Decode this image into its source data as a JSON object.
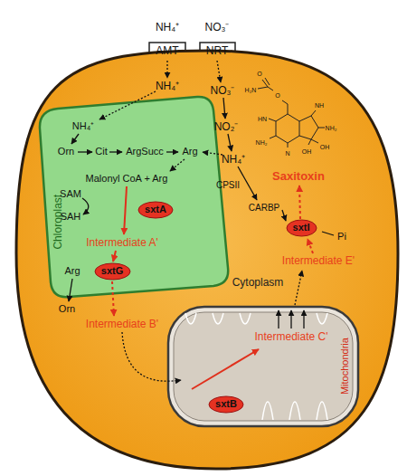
{
  "diagram": {
    "nodes": [
      {
        "text": [
          "AMT"
        ]
      },
      {
        "text": [
          "NRT"
        ]
      },
      {
        "text": [
          "Cytoplasm"
        ]
      },
      {
        "text": [
          "Chloroplast"
        ],
        "in": 2
      },
      {
        "text": [
          "sxtA"
        ],
        "in": 3
      },
      {
        "text": [
          "sxtG"
        ],
        "in": 3
      },
      {
        "text": [
          "Mitochondria"
        ],
        "in": 2
      },
      {
        "text": [
          "sxtB"
        ],
        "in": 6
      },
      {
        "text": [
          "sxtI"
        ],
        "in": 2
      }
    ],
    "labels": [
      "NH₄⁺",
      "NO₃⁻",
      "NH₄⁺",
      "NO₃⁻",
      "NO₂⁻",
      "NH₄⁺",
      "CPSII",
      "CARBP",
      "O",
      "H₂N",
      "O",
      "HN",
      "NH₂",
      "N",
      "NH",
      "NH₂",
      "OH",
      "OH",
      "Saxitoxin",
      "Pi",
      "Intermediate E'",
      "NH₄⁺",
      "Orn",
      "Cit",
      "ArgSucc",
      "Arg",
      "Malonyl CoA + Arg",
      "SAM",
      "SAH",
      "Intermediate A'",
      "Arg",
      "Orn",
      "Intermediate B'",
      "Intermediate C'"
    ]
  }
}
